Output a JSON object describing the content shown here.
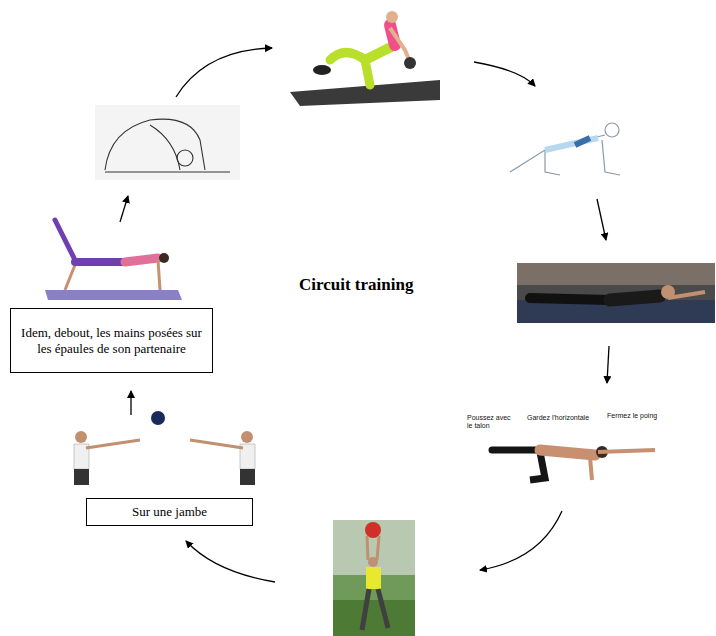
{
  "diagram": {
    "title": "Circuit training",
    "nodes": [
      {
        "text": [
          "Idem, debout, les mains posées sur les épaules de son partenaire"
        ]
      },
      {
        "text": [
          "Sur une jambe"
        ]
      }
    ],
    "labels": [
      "Poussez avec le talon",
      "Gardez l'horizontale",
      "Fermez le poing"
    ]
  }
}
